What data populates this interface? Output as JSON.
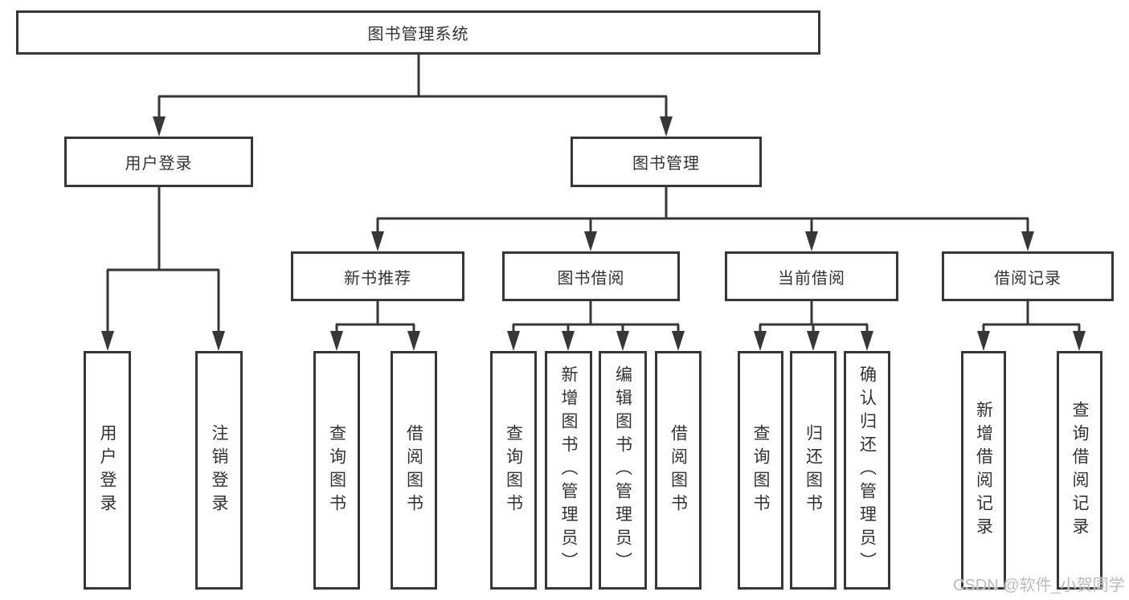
{
  "diagram": {
    "type": "hierarchy-tree",
    "root": {
      "label": "图书管理系统"
    },
    "branches": [
      {
        "label": "用户登录",
        "children": [
          {
            "label": "用户登录"
          },
          {
            "label": "注销登录"
          }
        ]
      },
      {
        "label": "图书管理",
        "children": [
          {
            "label": "新书推荐",
            "children": [
              {
                "label": "查询图书"
              },
              {
                "label": "借阅图书"
              }
            ]
          },
          {
            "label": "图书借阅",
            "children": [
              {
                "label": "查询图书"
              },
              {
                "label": "新增图书（管理员）"
              },
              {
                "label": "编辑图书（管理员）"
              },
              {
                "label": "借阅图书"
              }
            ]
          },
          {
            "label": "当前借阅",
            "children": [
              {
                "label": "查询图书"
              },
              {
                "label": "归还图书"
              },
              {
                "label": "确认归还（管理员）"
              }
            ]
          },
          {
            "label": "借阅记录",
            "children": [
              {
                "label": "新增借阅记录"
              },
              {
                "label": "查询借阅记录"
              }
            ]
          }
        ]
      }
    ]
  },
  "watermark": {
    "text": "CSDN @软件_小贺同学"
  },
  "colors": {
    "line": "#373737",
    "text": "#333333",
    "watermark": "#bbbbbb",
    "background": "#ffffff"
  }
}
